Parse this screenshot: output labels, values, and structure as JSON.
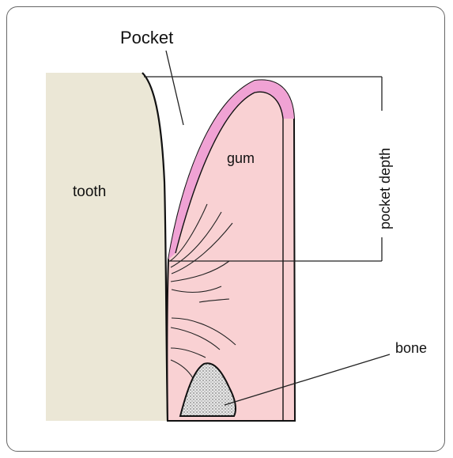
{
  "labels": {
    "pocket": "Pocket",
    "gum": "gum",
    "tooth": "tooth",
    "pocket_depth": "pocket depth",
    "bone": "bone"
  },
  "colors": {
    "tooth": "#ebe7d6",
    "gum": "#f9d1d3",
    "gum_margin": "#f0a2d4",
    "bone": "#d9d9d9",
    "outline": "#111111",
    "frame_border": "#666666"
  }
}
